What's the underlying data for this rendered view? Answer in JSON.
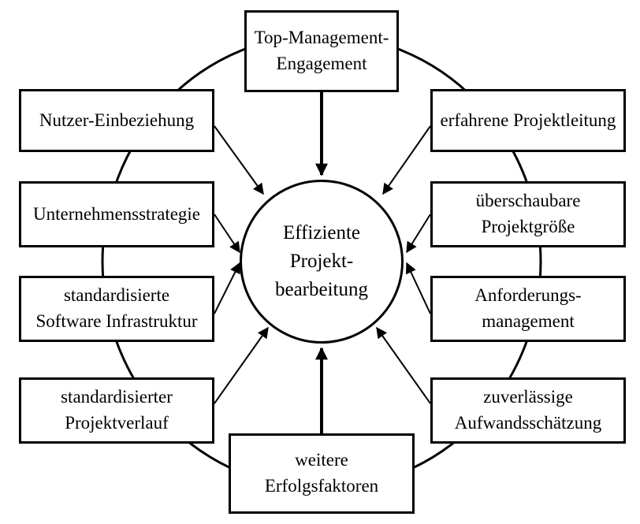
{
  "center": {
    "lines": [
      "Effiziente",
      "Projekt-",
      "bearbeitung"
    ]
  },
  "factors": {
    "top_management": [
      "Top-Management-",
      "Engagement"
    ],
    "nutzer": [
      "Nutzer-Einbeziehung"
    ],
    "projektleitung": [
      "erfahrene Projektleitung"
    ],
    "unternehmensstrategie": [
      "Unternehmensstrategie"
    ],
    "projektgroesse": [
      "überschaubare",
      "Projektgröße"
    ],
    "software_infrastruktur": [
      "standardisierte",
      "Software Infrastruktur"
    ],
    "anforderungsmanagement": [
      "Anforderungs-",
      "management"
    ],
    "projektverlauf": [
      "standardisierter",
      "Projektverlauf"
    ],
    "aufwandsschaetzung": [
      "zuverlässige",
      "Aufwandsschätzung"
    ],
    "weitere": [
      "weitere",
      "Erfolgsfaktoren"
    ]
  }
}
